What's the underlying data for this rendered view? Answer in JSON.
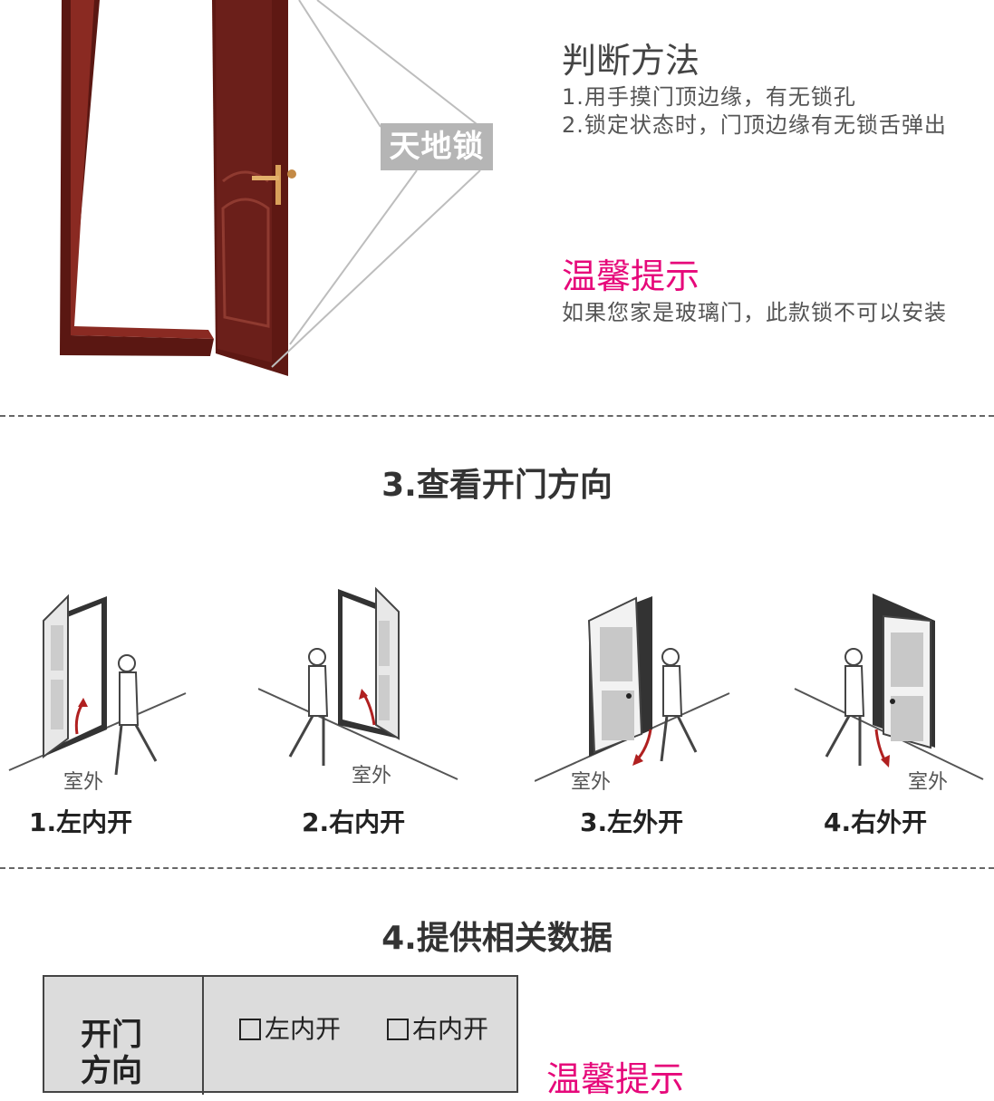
{
  "lock_section": {
    "tiandi_label": "天地锁",
    "judge_title": "判断方法",
    "judge_lines": [
      "1.用手摸门顶边缘，有无锁孔",
      "2.锁定状态时，门顶边缘有无锁舌弹出"
    ],
    "tip_title": "温馨提示",
    "tip_line": "如果您家是玻璃门，此款锁不可以安装"
  },
  "direction_section": {
    "title": "3.查看开门方向",
    "outside_label": "室外",
    "panes": [
      {
        "label": "1.左内开"
      },
      {
        "label": "2.右内开"
      },
      {
        "label": "3.左外开"
      },
      {
        "label": "4.右外开"
      }
    ]
  },
  "data_section": {
    "title": "4.提供相关数据",
    "table_header": "开门方向",
    "options": [
      "左内开",
      "右内开"
    ],
    "tip_title": "温馨提示"
  },
  "colors": {
    "accent_pink": "#e6087a",
    "door_brown": "#6b1f1a",
    "arrow_red": "#b02020"
  }
}
